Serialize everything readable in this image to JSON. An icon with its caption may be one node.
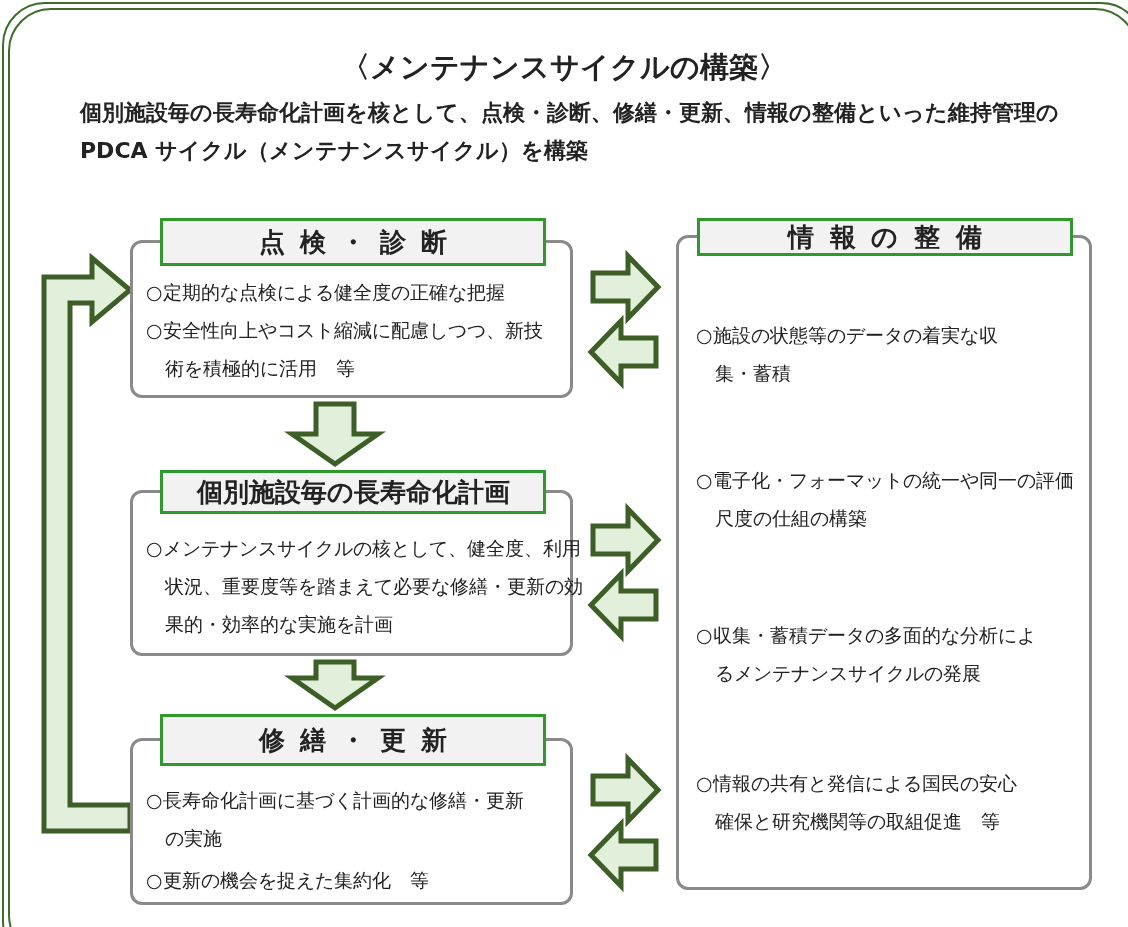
{
  "diagram": {
    "title": "〈メンテナンスサイクルの構築〉",
    "nodes": [
      {
        "text": [
          "点検・診断",
          "○定期的な点検による健全度の正確な把握",
          "○安全性向上やコスト縮減に配慮しつつ、新技術を積極的に活用　等"
        ]
      },
      {
        "text": [
          "個別施設毎の長寿命化計画",
          "○メンテナンスサイクルの核として、健全度、利用状況、重要度等を踏まえて必要な修繕・更新の効果的・効率的な実施を計画"
        ]
      },
      {
        "text": [
          "修繕・更新",
          "○長寿命化計画に基づく計画的な修繕・更新の実施",
          "○更新の機会を捉えた集約化　等"
        ]
      },
      {
        "text": [
          "情報の整備",
          "○施設の状態等のデータの着実な収集・蓄積",
          "○電子化・フォーマットの統一や同一の評価尺度の仕組の構築",
          "○収集・蓄積データの多面的な分析によるメンテナンスサイクルの発展",
          "○情報の共有と発信による国民の安心確保と研究機関等の取組促進　等"
        ]
      }
    ],
    "edges": [
      {
        "from": 0,
        "to": 1,
        "arrow": "to"
      },
      {
        "from": 1,
        "to": 2,
        "arrow": "to"
      },
      {
        "from": 2,
        "to": 0,
        "arrow": "to"
      },
      {
        "from": 0,
        "to": 3,
        "arrow": "to"
      },
      {
        "from": 3,
        "to": 0,
        "arrow": "to"
      },
      {
        "from": 1,
        "to": 3,
        "arrow": "to"
      },
      {
        "from": 3,
        "to": 1,
        "arrow": "to"
      },
      {
        "from": 2,
        "to": 3,
        "arrow": "to"
      },
      {
        "from": 3,
        "to": 2,
        "arrow": "to"
      }
    ],
    "labels": [
      "個別施設毎の長寿命化計画を核として、点検・診断、修繕・更新、情報の整備といった維持管理の PDCA サイクル（メンテナンスサイクル）を構築"
    ]
  }
}
